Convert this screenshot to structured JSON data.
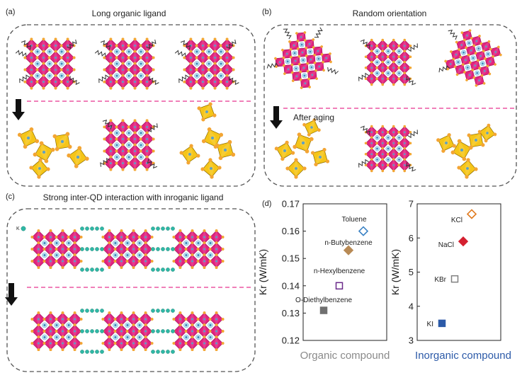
{
  "panels": {
    "a": {
      "tag": "(a)",
      "title": "Long organic ligand"
    },
    "b": {
      "tag": "(b)",
      "title": "Random orientation",
      "aging_label": "After aging"
    },
    "c": {
      "tag": "(c)",
      "title": "Strong inter-QD interaction with inroganic ligand",
      "k_label": "K"
    },
    "d": {
      "tag": "(d)"
    }
  },
  "chart_data": [
    {
      "type": "scatter",
      "ylabel": "Kr (W/mK)",
      "xlabel": "Organic compound",
      "ylim": [
        0.12,
        0.17
      ],
      "yticks": [
        "0.12",
        "0.13",
        "0.14",
        "0.15",
        "0.16",
        "0.17"
      ],
      "points": [
        {
          "label": "Toluene",
          "y": 0.16,
          "marker": "open-diamond",
          "color": "#3b82c4"
        },
        {
          "label": "n-Butybenzene",
          "y": 0.153,
          "marker": "filled-diamond",
          "color": "#b88a55"
        },
        {
          "label": "n-Hexylbenzene",
          "y": 0.14,
          "marker": "open-square",
          "color": "#6a2a8a"
        },
        {
          "label": "O-Diethylbenzene",
          "y": 0.131,
          "marker": "filled-square",
          "color": "#707070"
        }
      ]
    },
    {
      "type": "scatter",
      "ylabel": "Kr (W/mK)",
      "xlabel": "Inorganic compound",
      "ylim": [
        3,
        7
      ],
      "yticks": [
        "3",
        "4",
        "5",
        "6",
        "7"
      ],
      "points": [
        {
          "label": "KCl",
          "y": 6.7,
          "marker": "open-diamond",
          "color": "#e07a1f"
        },
        {
          "label": "NaCl",
          "y": 5.9,
          "marker": "filled-diamond",
          "color": "#d42030"
        },
        {
          "label": "KBr",
          "y": 4.8,
          "marker": "open-square",
          "color": "#808080"
        },
        {
          "label": "KI",
          "y": 3.5,
          "marker": "filled-square",
          "color": "#2c5aa8"
        }
      ]
    }
  ],
  "colors": {
    "organic_label": "#8a8a8a",
    "inorganic_label": "#2c5aa8"
  }
}
